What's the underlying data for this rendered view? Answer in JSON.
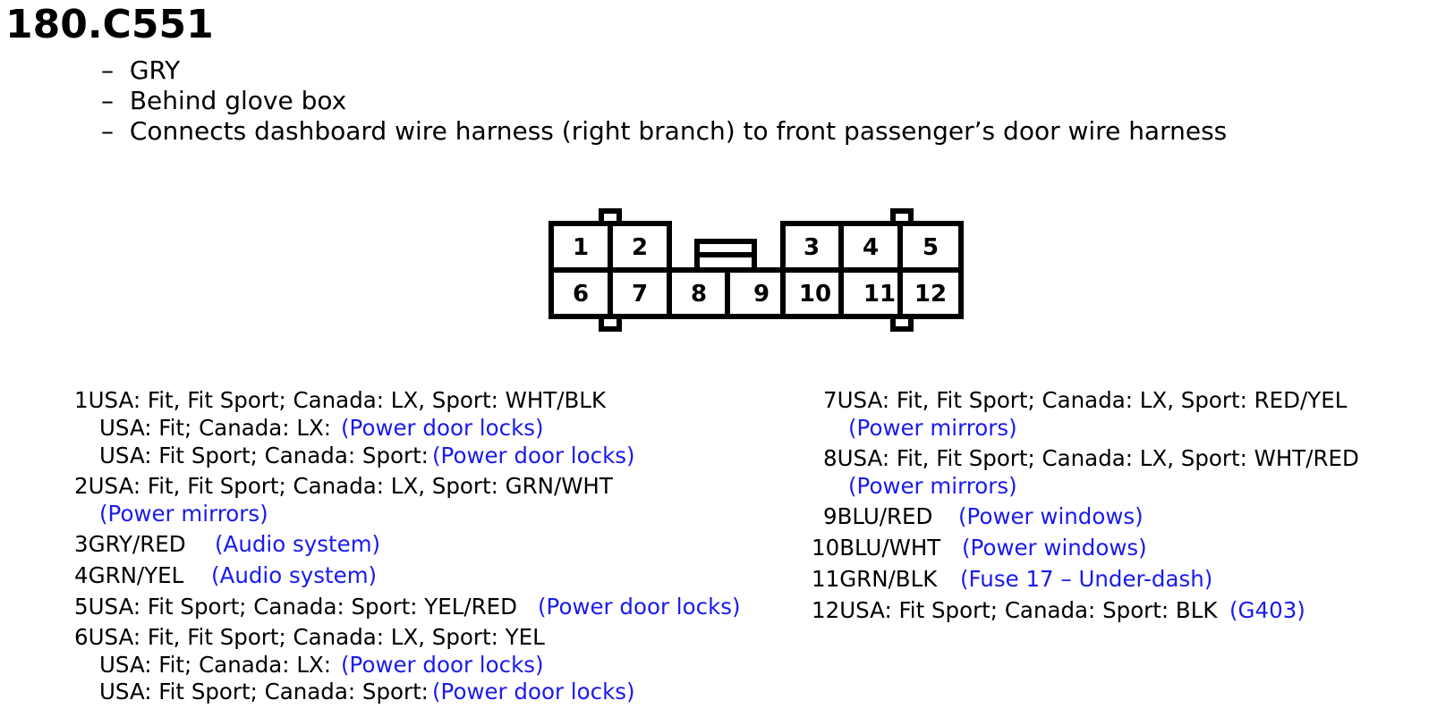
{
  "connector": {
    "title": "180.C551",
    "details": [
      "GRY",
      "Behind glove box",
      "Connects dashboard wire harness (right branch) to front passenger’s door wire harness"
    ]
  },
  "pins": [
    {
      "n": "1",
      "text": "USA: Fit, Fit Sport; Canada: LX, Sport: WHT/BLK",
      "subs": [
        {
          "text": "USA: Fit; Canada: LX:",
          "link": "(Power door locks)"
        },
        {
          "text": "USA: Fit Sport; Canada: Sport:",
          "link": "(Power door locks)"
        }
      ]
    },
    {
      "n": "2",
      "text": "USA: Fit, Fit Sport; Canada: LX, Sport: GRN/WHT",
      "link": "(Power mirrors)"
    },
    {
      "n": "3",
      "text": "GRY/RED",
      "link": "(Audio system)"
    },
    {
      "n": "4",
      "text": "GRN/YEL",
      "link": "(Audio system)"
    },
    {
      "n": "5",
      "text": "USA: Fit Sport; Canada: Sport: YEL/RED",
      "link": "(Power door locks)"
    },
    {
      "n": "6",
      "text": "USA: Fit, Fit Sport; Canada: LX, Sport: YEL",
      "subs": [
        {
          "text": "USA: Fit; Canada: LX:",
          "link": "(Power door locks)"
        },
        {
          "text": "USA: Fit Sport; Canada: Sport:",
          "link": "(Power door locks)"
        }
      ]
    },
    {
      "n": "7",
      "text": "USA: Fit, Fit Sport; Canada: LX, Sport: RED/YEL",
      "link": "(Power mirrors)"
    },
    {
      "n": "8",
      "text": "USA: Fit, Fit Sport; Canada: LX, Sport: WHT/RED",
      "link": "(Power mirrors)"
    },
    {
      "n": "9",
      "text": "BLU/RED",
      "link": "(Power windows)"
    },
    {
      "n": "10",
      "text": "BLU/WHT",
      "link": "(Power windows)"
    },
    {
      "n": "11",
      "text": "GRN/BLK",
      "link": "(Fuse 17 – Under-dash)"
    },
    {
      "n": "12",
      "text": "USA: Fit Sport; Canada: Sport: BLK",
      "link": "(G403)"
    }
  ],
  "colors": {
    "text": "#000000",
    "link": "#1a1aee",
    "background": "#ffffff"
  }
}
